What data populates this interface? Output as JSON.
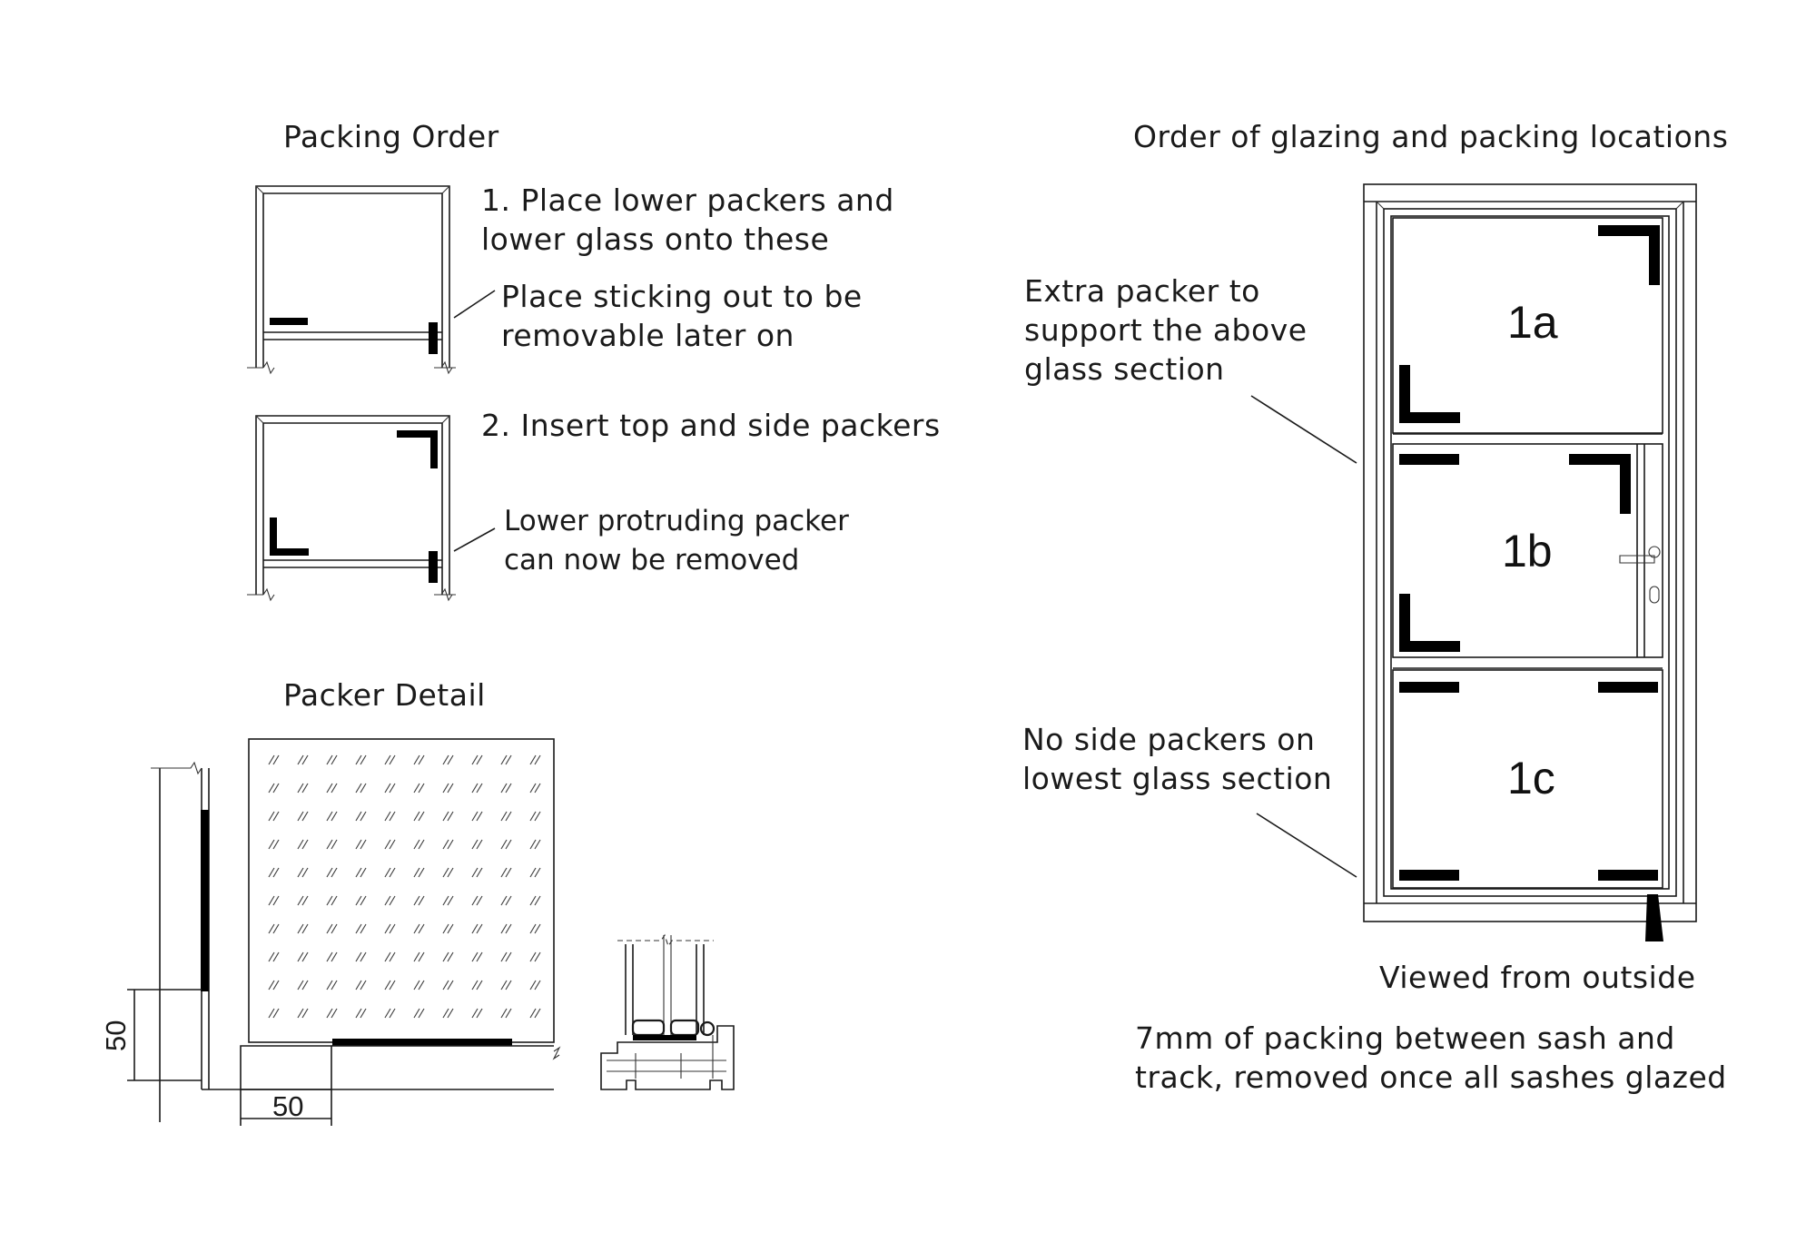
{
  "colors": {
    "ink": "#1a1a1a",
    "packer": "#000000",
    "background": "#ffffff"
  },
  "packing_order": {
    "title": "Packing Order",
    "step1": {
      "line1": "1. Place lower packers and",
      "line2": "lower glass onto these"
    },
    "step1_note": {
      "line1": "Place sticking out to be",
      "line2": "removable later on"
    },
    "step2": {
      "line1": "2. Insert top and side packers"
    },
    "step2_note": {
      "line1": "Lower protruding packer",
      "line2": "can now be removed"
    }
  },
  "packer_detail": {
    "title": "Packer Detail",
    "dim_vertical": "50",
    "dim_horizontal": "50"
  },
  "glazing_order": {
    "title": "Order of glazing and packing locations",
    "sections": [
      "1a",
      "1b",
      "1c"
    ],
    "note_extra": {
      "line1": "Extra packer to",
      "line2": "support the above",
      "line3": "glass section"
    },
    "note_no_side": {
      "line1": "No side packers on",
      "line2": "lowest glass section"
    },
    "viewed": "Viewed from outside",
    "packing_note": {
      "line1": "7mm of packing between sash and",
      "line2": "track, removed once all sashes glazed"
    }
  }
}
